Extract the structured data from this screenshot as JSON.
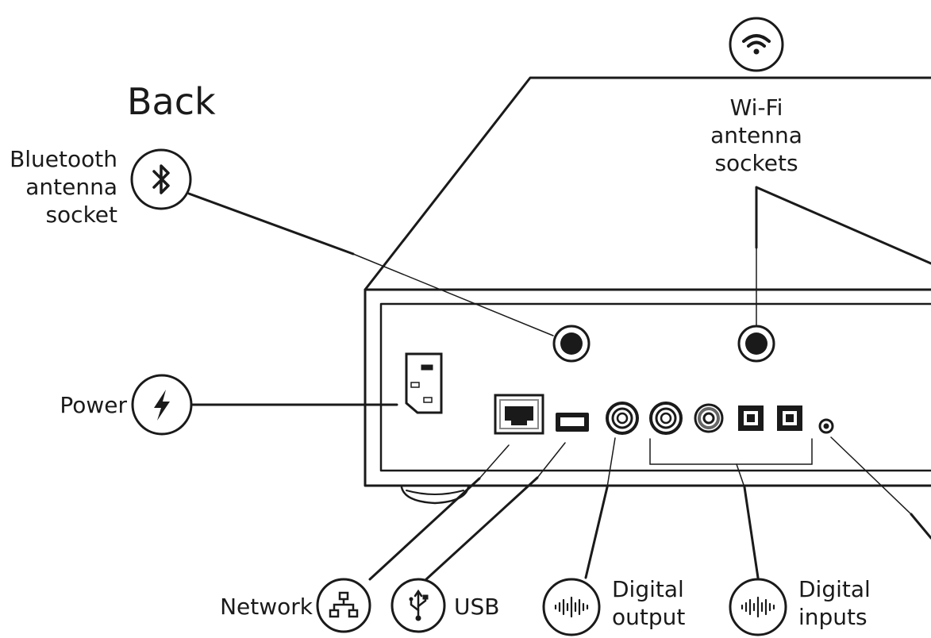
{
  "title": "Back",
  "labels": {
    "bluetooth": [
      "Bluetooth",
      "antenna",
      "socket"
    ],
    "wifi": [
      "Wi-Fi",
      "antenna",
      "sockets"
    ],
    "power": "Power",
    "network": "Network",
    "usb": "USB",
    "digital_output": [
      "Digital",
      "output"
    ],
    "digital_inputs": [
      "Digital",
      "inputs"
    ]
  },
  "icons": {
    "bluetooth": "bluetooth-icon",
    "wifi": "wifi-icon",
    "power": "lightning-bolt-icon",
    "network": "network-icon",
    "usb": "usb-icon",
    "digital_output": "audio-waveform-icon",
    "digital_inputs": "audio-waveform-icon"
  },
  "colors": {
    "line": "#1a1a1a",
    "background": "#ffffff"
  }
}
